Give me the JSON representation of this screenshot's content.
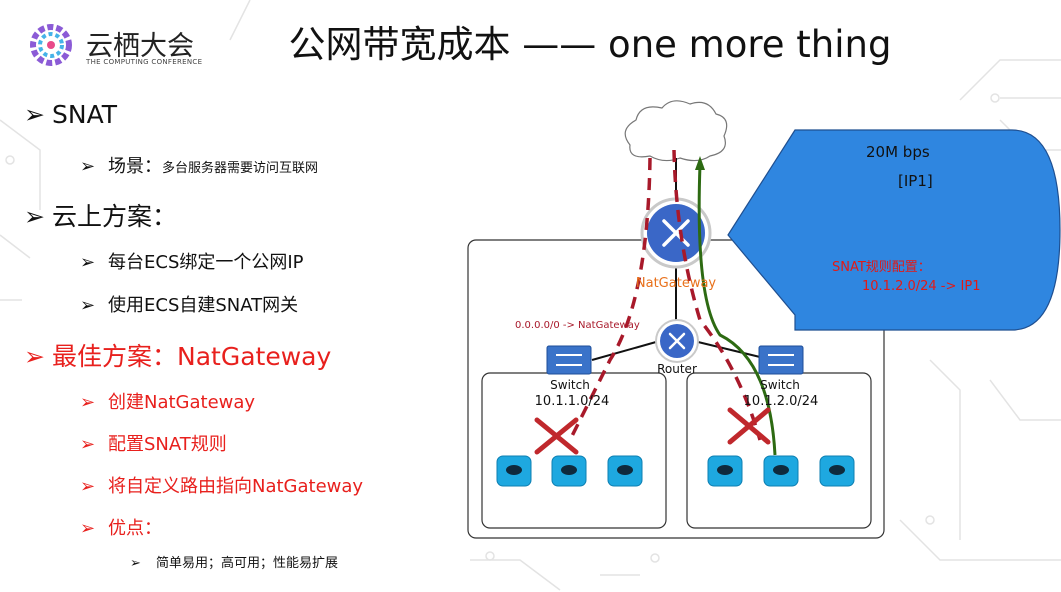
{
  "header": {
    "logo_cn": "云栖大会",
    "logo_en": "THE COMPUTING CONFERENCE",
    "title": "公网带宽成本 —— one more thing"
  },
  "bullets": {
    "snat": "SNAT",
    "scene_label": "场景：",
    "scene_text": "多台服务器需要访问互联网",
    "cloud_solutions": "云上方案：",
    "sol1": "每台ECS绑定一个公网IP",
    "sol2": "使用ECS自建SNAT网关",
    "best": "最佳方案：NatGateway",
    "step1": "创建NatGateway",
    "step2": "配置SNAT规则",
    "step3": "将自定义路由指向NatGateway",
    "pros_label": "优点：",
    "pros_text": "简单易用；高可用；性能易扩展"
  },
  "diagram": {
    "bandwidth": "20M bps",
    "ip_label": "[IP1]",
    "snat_config_title": "SNAT规则配置：",
    "snat_rule": "10.1.2.0/24 -> IP1",
    "natgateway_label": "NatGateway",
    "route_entry": "0.0.0.0/0 -> NatGateway",
    "router_label": "Router",
    "switch1_label": "Switch",
    "switch1_cidr": "10.1.1.0/24",
    "switch2_label": "Switch",
    "switch2_cidr": "10.1.2.0/24"
  },
  "colors": {
    "bullet_red": "#e8201d",
    "callout_blue": "#2f86e0",
    "dashed_red": "#a8192a",
    "green_path": "#2d6a12",
    "nat_label_orange": "#e8701a",
    "switch_blue": "#3a73c9",
    "ecs_cyan": "#1ea8e0"
  }
}
